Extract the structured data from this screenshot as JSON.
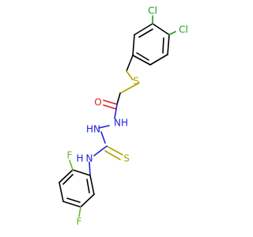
{
  "molecule": {
    "atoms": {
      "cl_top": "Cl",
      "cl_right": "Cl",
      "s_thioether": "S",
      "o_carbonyl": "O",
      "nh_upper": "NH",
      "hn_lower": "HN",
      "nh_aryl": "N",
      "h_aryl": "H",
      "s_thione": "S",
      "f_ortho": "F",
      "f_para": "F"
    },
    "colors": {
      "carbon": "#000000",
      "sulfur": "#b3a200",
      "oxygen": "#e02020",
      "nitrogen": "#2020d8",
      "chlorine": "#18a018",
      "fluorine": "#66b82a"
    }
  }
}
